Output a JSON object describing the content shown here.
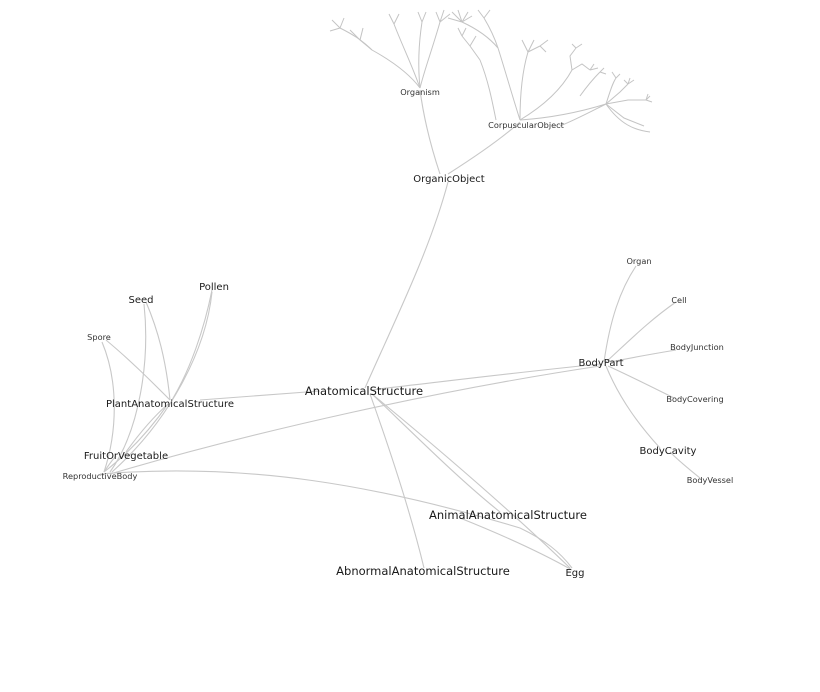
{
  "graph": {
    "nodes": [
      {
        "id": "organism",
        "label": "Organism"
      },
      {
        "id": "corpuscular",
        "label": "CorpuscularObject"
      },
      {
        "id": "organicobject",
        "label": "OrganicObject"
      },
      {
        "id": "anatomical",
        "label": "AnatomicalStructure"
      },
      {
        "id": "plantanatomical",
        "label": "PlantAnatomicalStructure"
      },
      {
        "id": "seed",
        "label": "Seed"
      },
      {
        "id": "pollen",
        "label": "Pollen"
      },
      {
        "id": "spore",
        "label": "Spore"
      },
      {
        "id": "fruit",
        "label": "FruitOrVegetable"
      },
      {
        "id": "reproductive",
        "label": "ReproductiveBody"
      },
      {
        "id": "bodypart",
        "label": "BodyPart"
      },
      {
        "id": "organ",
        "label": "Organ"
      },
      {
        "id": "cell",
        "label": "Cell"
      },
      {
        "id": "bodyjunction",
        "label": "BodyJunction"
      },
      {
        "id": "bodycovering",
        "label": "BodyCovering"
      },
      {
        "id": "bodycavity",
        "label": "BodyCavity"
      },
      {
        "id": "bodyvessel",
        "label": "BodyVessel"
      },
      {
        "id": "animalanatomical",
        "label": "AnimalAnatomicalStructure"
      },
      {
        "id": "abnormal",
        "label": "AbnormalAnatomicalStructure"
      },
      {
        "id": "egg",
        "label": "Egg"
      }
    ],
    "edges": [
      [
        "organicobject",
        "organism"
      ],
      [
        "organicobject",
        "corpuscular"
      ],
      [
        "anatomical",
        "organicobject"
      ],
      [
        "anatomical",
        "plantanatomical"
      ],
      [
        "anatomical",
        "bodypart"
      ],
      [
        "anatomical",
        "animalanatomical"
      ],
      [
        "anatomical",
        "abnormal"
      ],
      [
        "anatomical",
        "egg"
      ],
      [
        "plantanatomical",
        "seed"
      ],
      [
        "plantanatomical",
        "pollen"
      ],
      [
        "plantanatomical",
        "spore"
      ],
      [
        "plantanatomical",
        "fruit"
      ],
      [
        "plantanatomical",
        "reproductive"
      ],
      [
        "reproductive",
        "seed"
      ],
      [
        "reproductive",
        "pollen"
      ],
      [
        "reproductive",
        "spore"
      ],
      [
        "reproductive",
        "fruit"
      ],
      [
        "reproductive",
        "bodypart"
      ],
      [
        "reproductive",
        "animalanatomical"
      ],
      [
        "bodypart",
        "organ"
      ],
      [
        "bodypart",
        "cell"
      ],
      [
        "bodypart",
        "bodyjunction"
      ],
      [
        "bodypart",
        "bodycovering"
      ],
      [
        "bodypart",
        "bodycavity"
      ],
      [
        "bodycavity",
        "bodyvessel"
      ],
      [
        "animalanatomical",
        "egg"
      ]
    ]
  }
}
